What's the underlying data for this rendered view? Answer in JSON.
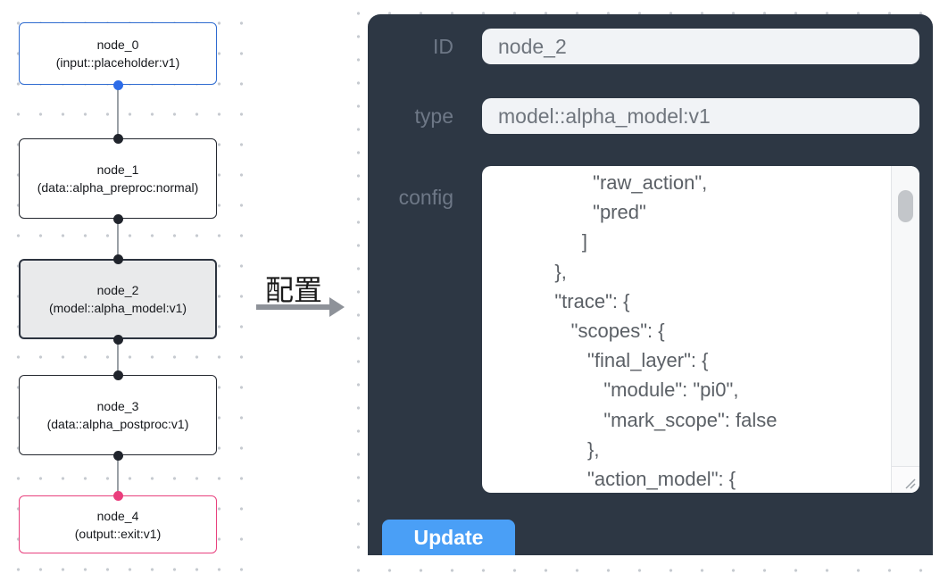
{
  "flow": {
    "nodes": [
      {
        "name": "node_0",
        "type": "(input::placeholder:v1)",
        "accent": "#2e6bd0"
      },
      {
        "name": "node_1",
        "type": "(data::alpha_preproc:normal)",
        "accent": "#23272f"
      },
      {
        "name": "node_2",
        "type": "(model::alpha_model:v1)",
        "accent": "#2d3440",
        "selected": "true"
      },
      {
        "name": "node_3",
        "type": "(data::alpha_postproc:v1)",
        "accent": "#23272f"
      },
      {
        "name": "node_4",
        "type": "(output::exit:v1)",
        "accent": "#e8417e"
      }
    ]
  },
  "transition": {
    "label": "配置"
  },
  "panel": {
    "id_field": {
      "label": "ID",
      "value": "node_2"
    },
    "type_field": {
      "label": "type",
      "value": "model::alpha_model:v1"
    },
    "config_field": {
      "label": "config",
      "value": "                   \"raw_action\",\n                   \"pred\"\n                 ]\n            },\n            \"trace\": {\n               \"scopes\": {\n                  \"final_layer\": {\n                     \"module\": \"pi0\",\n                     \"mark_scope\": false\n                  },\n                  \"action_model\": {"
    },
    "update_label": "Update"
  },
  "colors": {
    "panel_background": "#2d3744",
    "update_button": "#4a9ff6",
    "selected_node_fill": "#e9eaeb",
    "edge": "#9aa0a6",
    "node0_accent": "#2e6bd0",
    "node4_accent": "#e8417e",
    "port_dot": "#20242c"
  }
}
